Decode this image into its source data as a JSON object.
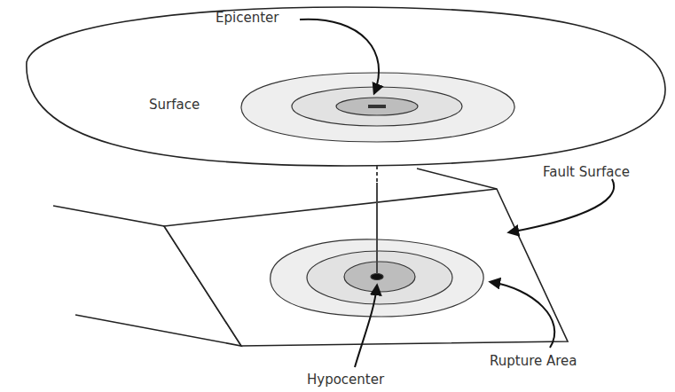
{
  "diagram": {
    "labels": [
      "Epicenter",
      "Surface",
      "Fault Surface",
      "Hypocenter",
      "Rupture Area"
    ]
  }
}
